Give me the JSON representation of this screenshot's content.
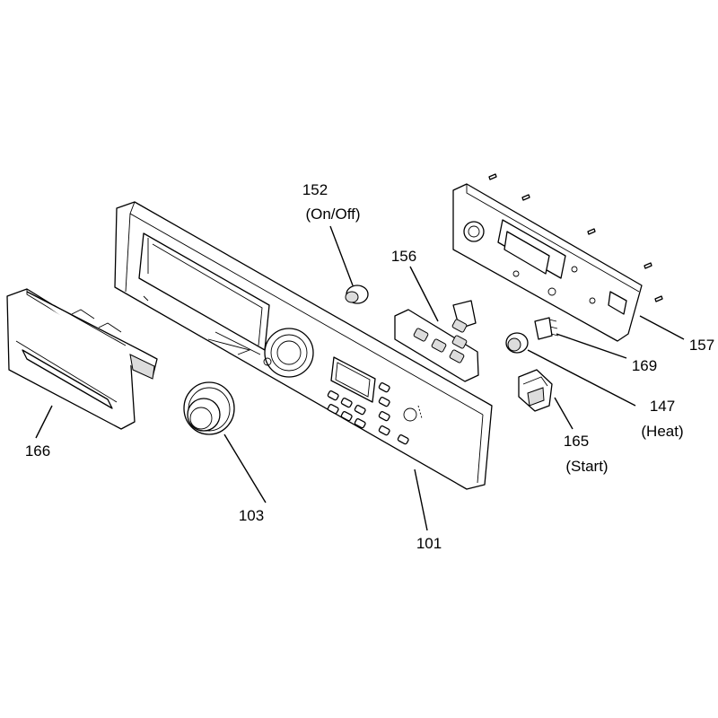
{
  "callouts": {
    "p152": {
      "number": "152",
      "note": "(On/Off)"
    },
    "p156": {
      "number": "156"
    },
    "p157": {
      "number": "157"
    },
    "p169": {
      "number": "169"
    },
    "p147": {
      "number": "147",
      "note": "(Heat)"
    },
    "p165": {
      "number": "165",
      "note": "(Start)"
    },
    "p166": {
      "number": "166"
    },
    "p103": {
      "number": "103"
    },
    "p101": {
      "number": "101"
    }
  }
}
